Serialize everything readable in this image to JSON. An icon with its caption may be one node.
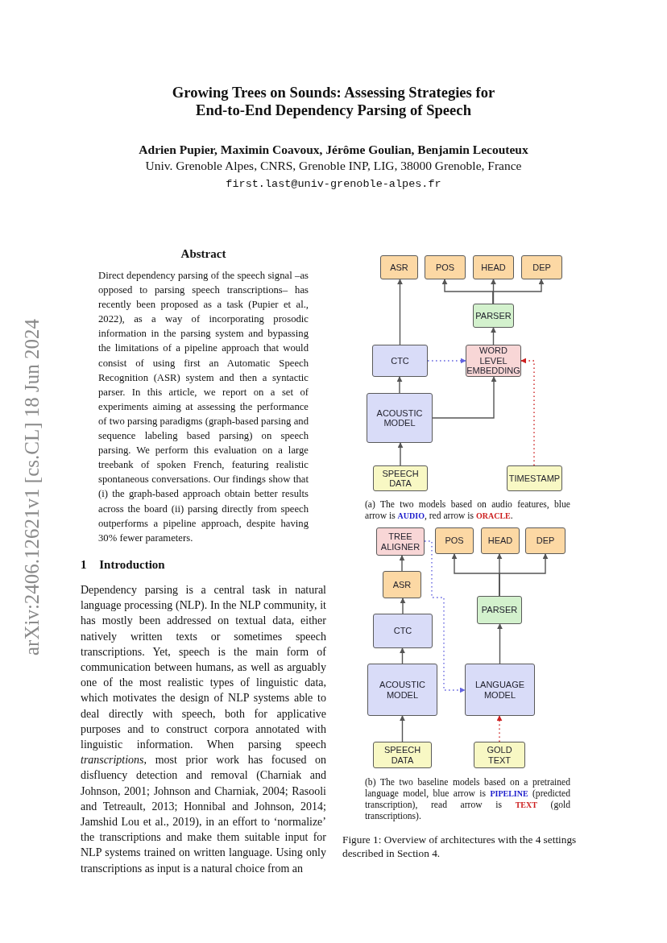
{
  "diagram": {
    "title": "Growing Trees on Sounds: Assessing Strategies for End-to-End Dependency Parsing of Speech",
    "nodes": [
      {
        "text": [
          "ASR"
        ]
      },
      {
        "text": [
          "POS"
        ]
      },
      {
        "text": [
          "HEAD"
        ]
      },
      {
        "text": [
          "DEP"
        ]
      },
      {
        "text": [
          "PARSER"
        ]
      },
      {
        "text": [
          "CTC"
        ]
      },
      {
        "text": [
          "WORD LEVEL EMBEDDING"
        ]
      },
      {
        "text": [
          "ACOUSTIC MODEL"
        ]
      },
      {
        "text": [
          "SPEECH DATA"
        ]
      },
      {
        "text": [
          "TIMESTAMP"
        ]
      },
      {
        "text": [
          "TREE ALIGNER"
        ]
      },
      {
        "text": [
          "POS"
        ]
      },
      {
        "text": [
          "HEAD"
        ]
      },
      {
        "text": [
          "DEP"
        ]
      },
      {
        "text": [
          "ASR"
        ]
      },
      {
        "text": [
          "PARSER"
        ]
      },
      {
        "text": [
          "CTC"
        ]
      },
      {
        "text": [
          "ACOUSTIC MODEL"
        ]
      },
      {
        "text": [
          "LANGUAGE MODEL"
        ]
      },
      {
        "text": [
          "SPEECH DATA"
        ]
      },
      {
        "text": [
          "GOLD TEXT"
        ]
      }
    ],
    "edges": [
      {
        "from": 8,
        "to": 7,
        "arrow": "to"
      },
      {
        "from": 7,
        "to": 5,
        "arrow": "to"
      },
      {
        "from": 5,
        "to": 0,
        "arrow": "to"
      },
      {
        "from": 7,
        "to": 6,
        "arrow": "to"
      },
      {
        "from": 5,
        "to": 6,
        "arrow": "to",
        "style": "dashed",
        "color": "#6464e0"
      },
      {
        "from": 9,
        "to": 6,
        "arrow": "to",
        "style": "dashed",
        "color": "#cc2020"
      },
      {
        "from": 6,
        "to": 4,
        "arrow": "to"
      },
      {
        "from": 4,
        "to": 1,
        "arrow": "to"
      },
      {
        "from": 4,
        "to": 2,
        "arrow": "to"
      },
      {
        "from": 4,
        "to": 3,
        "arrow": "to"
      },
      {
        "from": 19,
        "to": 17,
        "arrow": "to"
      },
      {
        "from": 17,
        "to": 16,
        "arrow": "to"
      },
      {
        "from": 16,
        "to": 14,
        "arrow": "to"
      },
      {
        "from": 14,
        "to": 10,
        "arrow": "to"
      },
      {
        "from": 10,
        "to": 18,
        "arrow": "to",
        "style": "dashed",
        "color": "#6464e0"
      },
      {
        "from": 20,
        "to": 18,
        "arrow": "to",
        "style": "dashed",
        "color": "#cc2020"
      },
      {
        "from": 18,
        "to": 15,
        "arrow": "to"
      },
      {
        "from": 15,
        "to": 11,
        "arrow": "to"
      },
      {
        "from": 15,
        "to": 12,
        "arrow": "to"
      },
      {
        "from": 15,
        "to": 13,
        "arrow": "to"
      }
    ],
    "labels": [
      "arXiv:2406.12621v1 [cs.CL] 18 Jun 2024",
      "Adrien Pupier, Maximin Coavoux, Jérôme Goulian, Benjamin Lecouteux",
      "Univ. Grenoble Alpes, CNRS, Grenoble INP, LIG, 38000 Grenoble, France",
      "first.last@univ-grenoble-alpes.fr",
      "Abstract",
      "Direct dependency parsing of the speech signal –as opposed to parsing speech transcriptions– has recently been proposed as a task (Pupier et al., 2022), as a way of incorporating prosodic information in the parsing system and bypassing the limitations of a pipeline approach that would consist of using first an Automatic Speech Recognition (ASR) system and then a syntactic parser. In this article, we report on a set of experiments aiming at assessing the performance of two parsing paradigms (graph-based parsing and sequence labeling based parsing) on speech parsing. We perform this evaluation on a large treebank of spoken French, featuring realistic spontaneous conversations. Our findings show that (i) the graph-based approach obtain better results across the board (ii) parsing directly from speech outperforms a pipeline approach, despite having 30% fewer parameters.",
      "1 Introduction",
      "Dependency parsing is a central task in natural language processing (NLP). In the NLP community, it has mostly been addressed on textual data, either natively written texts or sometimes speech transcriptions. Yet, speech is the main form of communication between humans, as well as arguably one of the most realistic types of linguistic data, which motivates the design of NLP systems able to deal directly with speech, both for applicative purposes and to construct corpora annotated with linguistic information. When parsing speech *transcriptions*, most prior work has focused on disfluency detection and removal (Charniak and Johnson, 2001; Johnson and Charniak, 2004; Rasooli and Tetreault, 2013; Honnibal and Johnson, 2014; Jamshid Lou et al., 2019), in an effort to ‘normalize’ the transcriptions and make them suitable input for NLP systems trained on written language. Using only transcriptions as input is a natural choice from an",
      "(a) The two models based on audio features, blue arrow is **AUDIO**, red arrow is **ORACLE**.",
      "(b) The two baseline models based on a pretrained language model, blue arrow is **PIPELINE** (predicted transcription), read arrow is **TEXT** (gold transcriptions).",
      "Figure 1: Overview of architectures with the 4 settings described in Section 4."
    ]
  }
}
